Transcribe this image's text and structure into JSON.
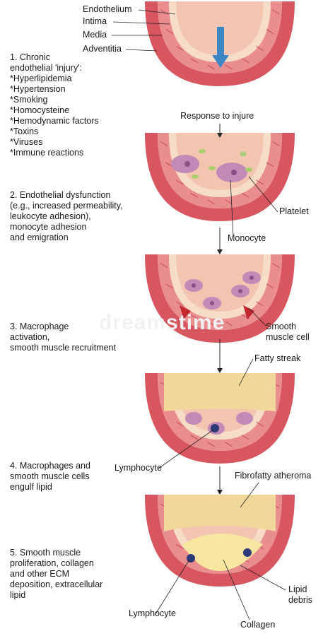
{
  "layer_labels": {
    "endothelium": "Endothelium",
    "intima": "Intima",
    "media": "Media",
    "adventitia": "Adventitia"
  },
  "stages": [
    {
      "text": "1. Chronic\n    endothelial 'injury':\n  *Hyperlipidemia\n  *Hypertension\n  *Smoking\n  *Homocysteine\n  *Hemodynamic factors\n  *Toxins\n  *Viruses\n  *Immune reactions"
    },
    {
      "text": "2. Endothelial dysfunction\n(e.g., increased permeability,\nleukocyte adhesion),\nmonocyte adhesion\nand emigration"
    },
    {
      "text": "3. Macrophage\nactivation,\nsmooth muscle recruitment"
    },
    {
      "text": "4. Macrophages and\nsmooth muscle cells\nengulf lipid"
    },
    {
      "text": "5. Smooth muscle\nproliferation, collagen\nand other ECM\ndeposition, extracellular\nlipid"
    }
  ],
  "annotations": {
    "response": "Response to injure",
    "platelet": "Platelet",
    "monocyte": "Monocyte",
    "smooth_muscle": "Smooth\nmuscle cell",
    "fatty_streak": "Fatty streak",
    "lymphocyte_4": "Lymphocyte",
    "fibrofatty": "Fibrofatty atheroma",
    "lymphocyte_5": "Lymphocyte",
    "lipid_debris": "Lipid\ndebris",
    "collagen": "Collagen"
  },
  "watermark": "dreamstime",
  "colors": {
    "adventitia": "#d8565f",
    "media": "#e98d8f",
    "intima": "#f7dcc8",
    "lumen": "#f3c4b0",
    "fatty": "#f2d79a",
    "arrow_blue": "#3f86c7",
    "monocyte": "#c28ab7",
    "platelet": "#a9cf6c"
  }
}
